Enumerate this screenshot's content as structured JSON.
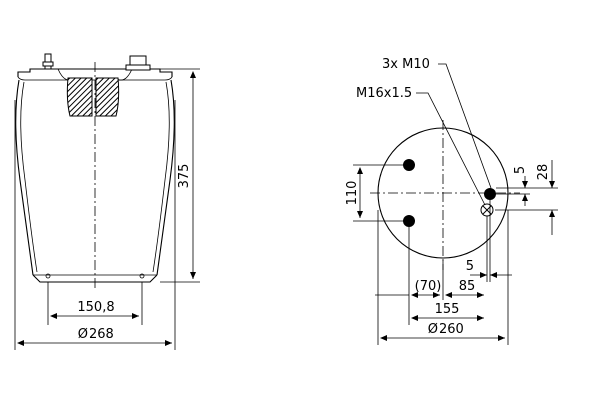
{
  "side_view": {
    "dim_height": "375",
    "dim_base_width": "150,8",
    "dim_outer_diameter": "268",
    "diameter_symbol": "Ø"
  },
  "top_view": {
    "callout_bolts": "3x M10",
    "callout_air": "M16x1.5",
    "dim_110": "110",
    "dim_5_top": "5",
    "dim_28": "28",
    "dim_5_bottom": "5",
    "dim_70": "(70)",
    "dim_85": "85",
    "dim_155": "155",
    "dim_diameter": "260",
    "diameter_symbol": "Ø"
  }
}
